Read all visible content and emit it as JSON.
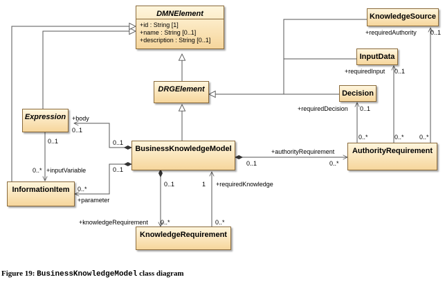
{
  "classes": {
    "dmn_element": {
      "name": "DMNElement",
      "attributes": [
        "+id : String [1]",
        "+name : String [0..1]",
        "+description : String [0..1]"
      ]
    },
    "drg_element": {
      "name": "DRGElement"
    },
    "expression": {
      "name": "Expression"
    },
    "information_item": {
      "name": "InformationItem"
    },
    "bkm": {
      "name": "BusinessKnowledgeModel"
    },
    "knowledge_requirement": {
      "name": "KnowledgeRequirement"
    },
    "knowledge_source": {
      "name": "KnowledgeSource"
    },
    "input_data": {
      "name": "InputData"
    },
    "decision": {
      "name": "Decision"
    },
    "authority_requirement": {
      "name": "AuthorityRequirement"
    }
  },
  "labels": {
    "body_role": "+body",
    "body_mult_expr": "0..1",
    "body_mult_bkm": "0..1",
    "input_variable_role": "+inputVariable",
    "input_variable_mult_expr": "0..1",
    "input_variable_mult_info": "0..*",
    "parameter_role": "+parameter",
    "parameter_mult_info": "0..*",
    "parameter_mult_bkm": "0..1",
    "authority_req_role": "+authorityRequirement",
    "authority_req_mult_bkm": "0..1",
    "authority_req_mult_ar": "0..*",
    "knowledge_req_role": "+knowledgeRequirement",
    "knowledge_req_mult_bkm": "0..1",
    "knowledge_req_mult_kr": "0..*",
    "required_knowledge_role": "+requiredKnowledge",
    "required_knowledge_mult_bkm": "1",
    "required_knowledge_mult_kr": "0..*",
    "required_authority_role": "+requiredAuthority",
    "required_authority_mult_ks": "0..1",
    "required_authority_mult_ar": "0..*",
    "required_input_role": "+requiredInput",
    "required_input_mult_id": "0..1",
    "required_input_mult_ar": "0..*",
    "required_decision_role": "+requiredDecision",
    "required_decision_mult_dec": "0..1",
    "required_decision_mult_ar": "0..*"
  },
  "caption": {
    "prefix": "Figure 19:",
    "class_name": "BusinessKnowledgeModel",
    "suffix": "class diagram"
  },
  "colors": {
    "line": "#555555",
    "class_border": "#8a6a3a",
    "class_fill_top": "#fff6dd",
    "class_fill_bottom": "#f6d69c"
  }
}
